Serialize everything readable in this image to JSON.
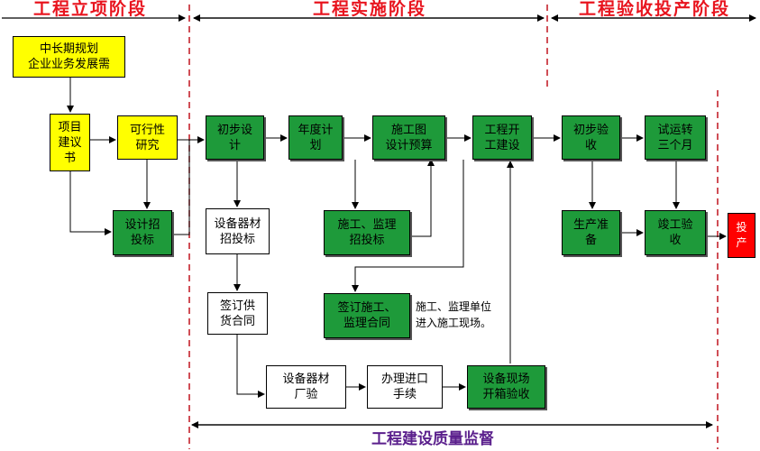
{
  "phases": {
    "initiation": "工程立项阶段",
    "implementation": "工程实施阶段",
    "acceptance": "工程验收投产阶段"
  },
  "boxes": {
    "planning": "中长期规划\n企业业务发展需",
    "proposal": "项目\n建议\n书",
    "feasibility": "可行性\n研究",
    "design_bidding": "设计招\n投标",
    "preliminary_design": "初步设\n计",
    "annual_plan": "年度计\n划",
    "construction_drawing": "施工图\n设计预算",
    "construction_start": "工程开\n工建设",
    "equipment_bidding": "设备器材\n招投标",
    "construction_supervision_bidding": "施工、监理\n招投标",
    "supply_contract": "签订供\n货合同",
    "sign_contract": "签订施工、\n监理合同",
    "factory_inspection": "设备器材\n厂验",
    "entry_procedure": "办理进口\n手续",
    "unpacking_inspection": "设备现场\n开箱验收",
    "preliminary_acceptance": "初步验\n收",
    "trial_operation": "试运转\n三个月",
    "production_prep": "生产准\n备",
    "final_acceptance": "竣工验\n收",
    "put_into_production": "投\n产"
  },
  "note": "施工、监理单位\n进入施工现场。",
  "bottom_label": "工程建设质量监督",
  "colors": {
    "yellow": "#ffff00",
    "green": "#1e9a3a",
    "red": "#ff0000",
    "phase_text": "#e8141e",
    "divider": "#c0141e",
    "bottom_text": "#5a1f8c"
  }
}
